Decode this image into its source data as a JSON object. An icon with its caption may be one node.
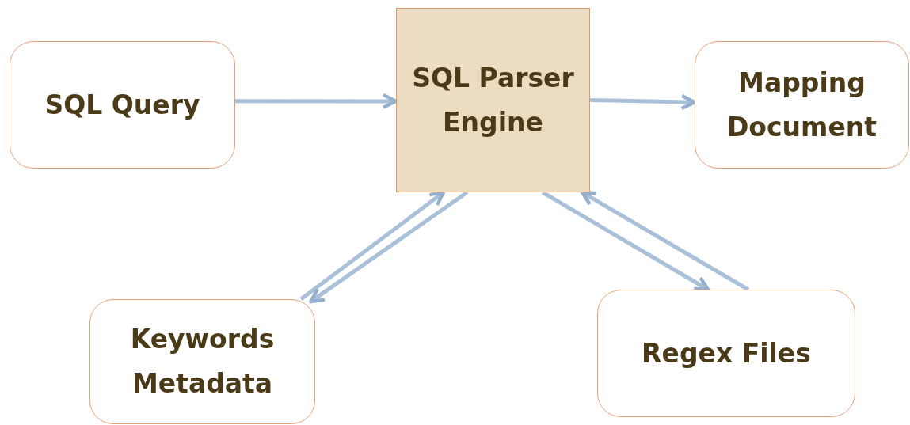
{
  "diagram": {
    "nodes": [
      {
        "text": [
          "SQL Query"
        ]
      },
      {
        "text": [
          "SQL Parser Engine"
        ]
      },
      {
        "text": [
          "Mapping Document"
        ]
      },
      {
        "text": [
          "Keywords Metadata"
        ]
      },
      {
        "text": [
          "Regex Files"
        ]
      }
    ],
    "edges": [
      {
        "from": 0,
        "to": 1,
        "arrow": "to"
      },
      {
        "from": 1,
        "to": 2,
        "arrow": "to"
      },
      {
        "from": 3,
        "to": 1,
        "arrow": "to"
      },
      {
        "from": 1,
        "to": 3,
        "arrow": "to"
      },
      {
        "from": 1,
        "to": 4,
        "arrow": "to"
      },
      {
        "from": 4,
        "to": 1,
        "arrow": "to"
      }
    ]
  }
}
